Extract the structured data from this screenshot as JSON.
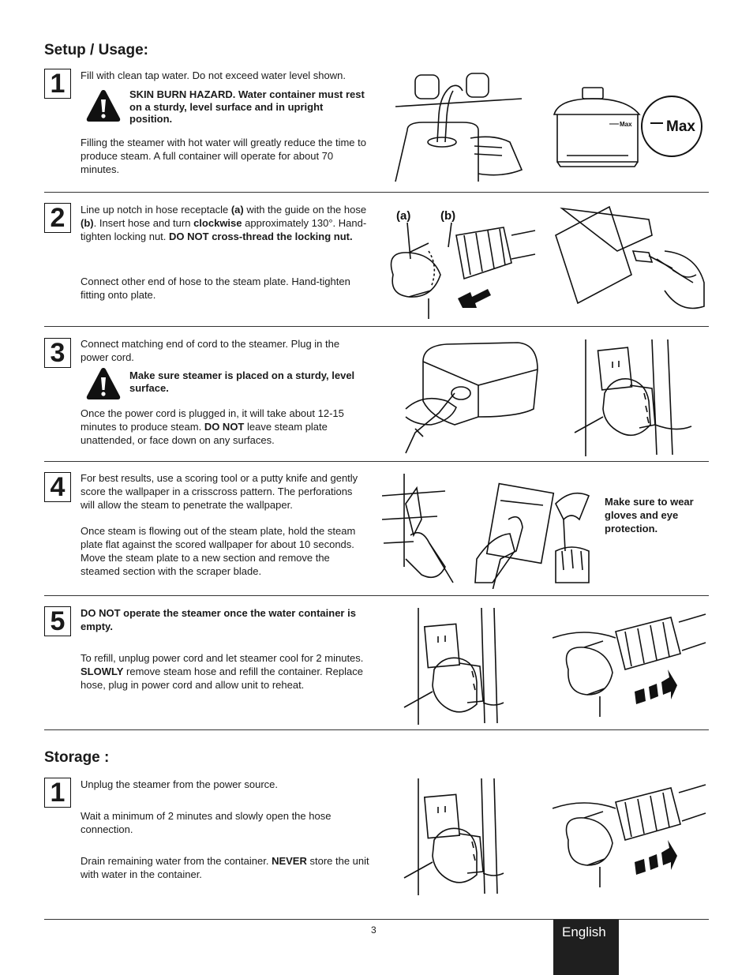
{
  "setup": {
    "heading": "Setup / Usage:",
    "steps": [
      {
        "num": "1",
        "p1": "Fill with clean tap water.  Do not exceed water level shown.",
        "warning": "SKIN BURN HAZARD.  Water container must rest on a sturdy, level surface and in upright position.",
        "p2": "Filling the steamer with hot water will greatly reduce the time to produce steam.  A full container will operate for about 70 minutes.",
        "label_max_small": "Max",
        "label_max_large": "Max"
      },
      {
        "num": "2",
        "p1a": "Line up notch in hose receptacle ",
        "p1b": "(a)",
        "p1c": " with the guide on the hose ",
        "p1d": "(b)",
        "p1e": ".  Insert hose and turn ",
        "p1f": "clockwise",
        "p1g": " approximately 130°.  Hand-tighten locking nut.  ",
        "p1h": "DO NOT cross-thread the locking nut.",
        "p2": "Connect other end of hose to the steam plate.  Hand-tighten fitting onto plate.",
        "label_a": "(a)",
        "label_b": "(b)"
      },
      {
        "num": "3",
        "p1": "Connect matching end of cord to the steamer.  Plug in the power cord.",
        "warning": "Make sure steamer is placed on a sturdy, level surface.",
        "p2a": "Once the power cord is plugged in, it will take about 12-15 minutes to produce steam.  ",
        "p2b": "DO NOT",
        "p2c": " leave steam plate unattended, or face down on any surfaces."
      },
      {
        "num": "4",
        "p1": "For best results, use a scoring tool or a putty knife and gently score the wallpaper in a crisscross pattern.  The perforations will allow the steam to penetrate the wallpaper.",
        "p2": "Once steam is flowing out of the steam plate, hold the steam plate flat against the scored wallpaper for about 10 seconds.  Move the steam plate to a new section and remove the steamed section with the scraper blade.",
        "note": "Make sure to wear gloves and eye protection."
      },
      {
        "num": "5",
        "p1": "DO NOT operate the steamer once the water container is empty.",
        "p2a": "To refill, unplug power cord and let steamer cool for 2 minutes.  ",
        "p2b": "SLOWLY",
        "p2c": " remove steam hose and refill the container.  Replace hose, plug in power cord and allow unit to reheat."
      }
    ]
  },
  "storage": {
    "heading": "Storage :",
    "steps": [
      {
        "num": "1",
        "p1": "Unplug the steamer from the power source.",
        "p2": "Wait a minimum of 2 minutes and slowly open the hose connection.",
        "p3a": "Drain remaining water from the container.  ",
        "p3b": "NEVER",
        "p3c": " store the unit with water in the container."
      }
    ]
  },
  "footer": {
    "page_number": "3",
    "language_tab": "English"
  },
  "colors": {
    "text": "#1a1a1a",
    "rule": "#333333",
    "tab_background": "#1f1f1f",
    "tab_text": "#ffffff"
  }
}
